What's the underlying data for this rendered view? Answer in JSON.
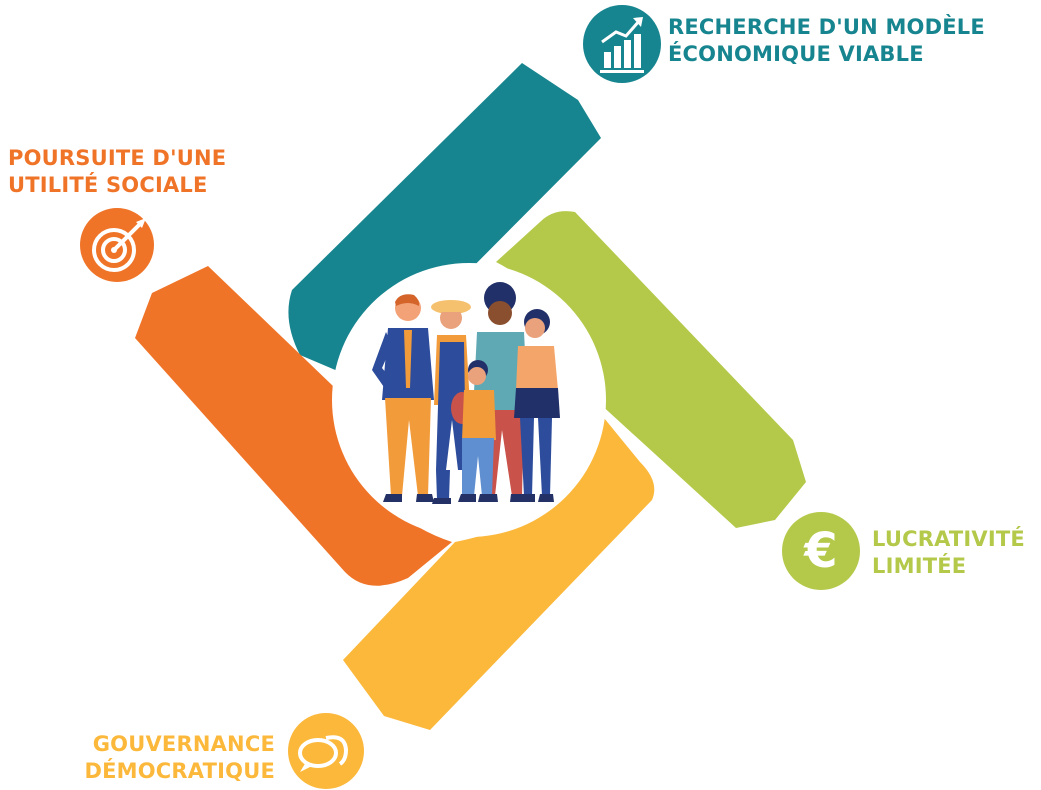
{
  "colors": {
    "teal": "#17858f",
    "orange": "#f07428",
    "green": "#b4c94a",
    "yellow": "#fbb83b",
    "white": "#ffffff"
  },
  "pillars": [
    {
      "id": "top",
      "label_lines": [
        "RECHERCHE D'UN MODÈLE",
        "ÉCONOMIQUE VIABLE"
      ],
      "color": "#17858f",
      "icon": "bar-chart-growth-icon"
    },
    {
      "id": "left",
      "label_lines": [
        "POURSUITE D'UNE",
        "UTILITÉ SOCIALE"
      ],
      "color": "#f07428",
      "icon": "target-arrow-icon"
    },
    {
      "id": "right",
      "label_lines": [
        "LUCRATIVITÉ",
        "LIMITÉE"
      ],
      "color": "#b4c94a",
      "icon": "euro-icon"
    },
    {
      "id": "bottom",
      "label_lines": [
        "GOUVERNANCE",
        "DÉMOCRATIQUE"
      ],
      "color": "#fbb83b",
      "icon": "speech-bubbles-icon"
    }
  ],
  "center": {
    "illustration": "group-of-people-illustration"
  }
}
